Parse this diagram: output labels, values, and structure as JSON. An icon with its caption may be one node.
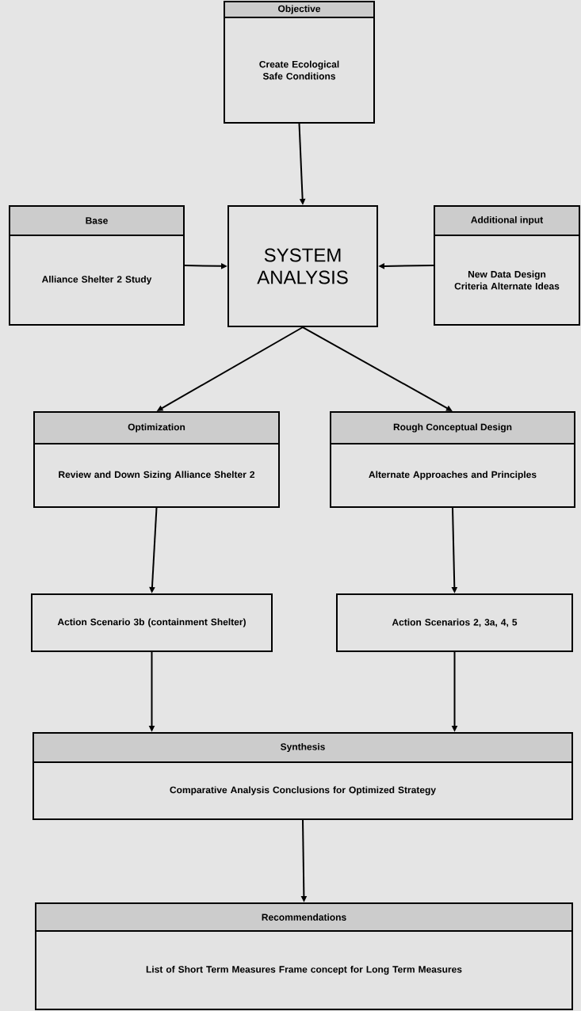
{
  "diagram": {
    "nodes": [
      {
        "text": [
          "Objective",
          "Create Ecological Safe Conditions"
        ]
      },
      {
        "text": [
          "Base",
          "Alliance Shelter 2 Study"
        ]
      },
      {
        "text": [
          "SYSTEM ANALYSIS"
        ]
      },
      {
        "text": [
          "Additional input",
          "New Data Design Criteria Alternate Ideas"
        ]
      },
      {
        "text": [
          "Optimization",
          "Review and Down Sizing Alliance Shelter 2"
        ]
      },
      {
        "text": [
          "Rough Conceptual Design",
          "Alternate Approaches and Principles"
        ]
      },
      {
        "text": [
          "Action Scenario 3b (containment Shelter)"
        ]
      },
      {
        "text": [
          "Action Scenarios 2, 3a, 4, 5"
        ]
      },
      {
        "text": [
          "Synthesis",
          "Comparative Analysis Conclusions for Optimized Strategy"
        ]
      },
      {
        "text": [
          "Recommendations",
          "List of Short Term Measures Frame concept for Long Term Measures"
        ]
      }
    ],
    "edges": [
      {
        "from": 0,
        "to": 2,
        "arrow": "to"
      },
      {
        "from": 1,
        "to": 2,
        "arrow": "to"
      },
      {
        "from": 3,
        "to": 2,
        "arrow": "to"
      },
      {
        "from": 2,
        "to": 4,
        "arrow": "to"
      },
      {
        "from": 2,
        "to": 5,
        "arrow": "to"
      },
      {
        "from": 4,
        "to": 6,
        "arrow": "to"
      },
      {
        "from": 5,
        "to": 7,
        "arrow": "to"
      },
      {
        "from": 6,
        "to": 8,
        "arrow": "to"
      },
      {
        "from": 7,
        "to": 8,
        "arrow": "to"
      },
      {
        "from": 8,
        "to": 9,
        "arrow": "to"
      }
    ]
  }
}
